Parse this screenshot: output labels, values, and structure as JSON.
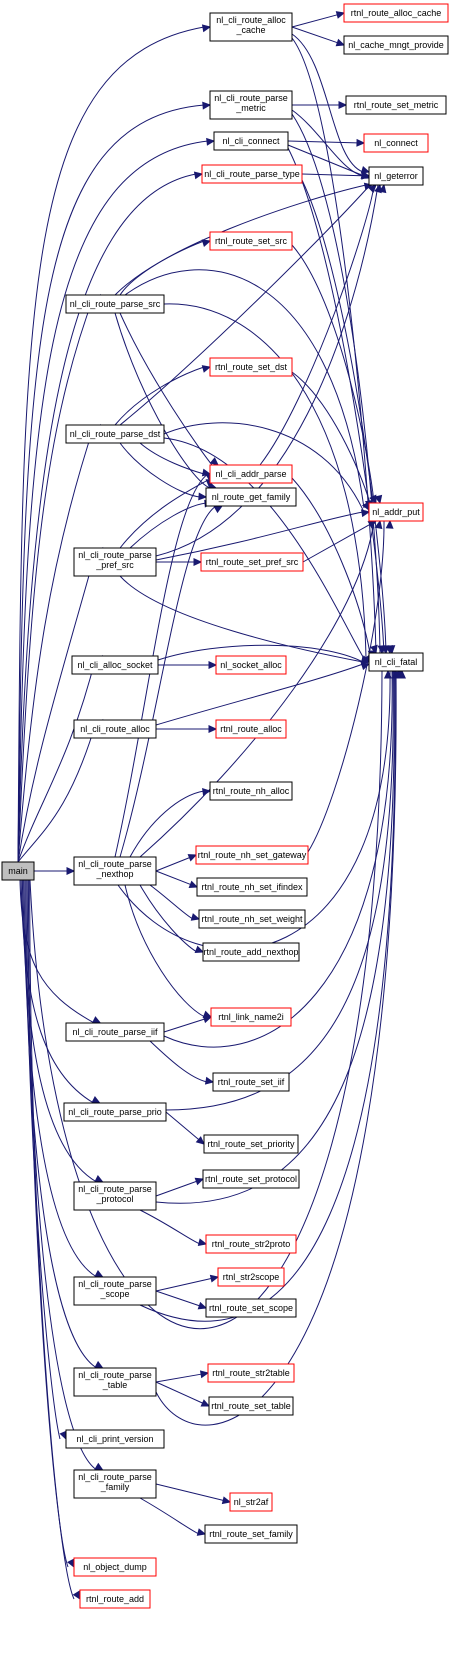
{
  "colors": {
    "edge": "#191970",
    "node_border": "#000000",
    "link_border": "#ff0000",
    "root_fill": "#bfbfbf"
  },
  "nodes": {
    "main": {
      "lines": [
        "main"
      ]
    },
    "alloc_cache": {
      "lines": [
        "nl_cli_route_alloc",
        "_cache"
      ]
    },
    "parse_metric": {
      "lines": [
        "nl_cli_route_parse",
        "_metric"
      ]
    },
    "cli_connect": {
      "lines": [
        "nl_cli_connect"
      ]
    },
    "parse_type": {
      "lines": [
        "nl_cli_route_parse_type"
      ]
    },
    "set_src": {
      "lines": [
        "rtnl_route_set_src"
      ]
    },
    "parse_src": {
      "lines": [
        "nl_cli_route_parse_src"
      ]
    },
    "set_dst": {
      "lines": [
        "rtnl_route_set_dst"
      ]
    },
    "parse_dst": {
      "lines": [
        "nl_cli_route_parse_dst"
      ]
    },
    "addr_parse": {
      "lines": [
        "nl_cli_addr_parse"
      ]
    },
    "get_family": {
      "lines": [
        "nl_route_get_family"
      ]
    },
    "parse_pref_src": {
      "lines": [
        "nl_cli_route_parse",
        "_pref_src"
      ]
    },
    "set_pref_src": {
      "lines": [
        "rtnl_route_set_pref_src"
      ]
    },
    "alloc_socket": {
      "lines": [
        "nl_cli_alloc_socket"
      ]
    },
    "socket_alloc": {
      "lines": [
        "nl_socket_alloc"
      ]
    },
    "route_alloc": {
      "lines": [
        "nl_cli_route_alloc"
      ]
    },
    "rtnl_route_alloc": {
      "lines": [
        "rtnl_route_alloc"
      ]
    },
    "nh_alloc": {
      "lines": [
        "rtnl_route_nh_alloc"
      ]
    },
    "parse_nexthop": {
      "lines": [
        "nl_cli_route_parse",
        "_nexthop"
      ]
    },
    "nh_set_gateway": {
      "lines": [
        "rtnl_route_nh_set_gateway"
      ]
    },
    "nh_set_ifindex": {
      "lines": [
        "rtnl_route_nh_set_ifindex"
      ]
    },
    "nh_set_weight": {
      "lines": [
        "rtnl_route_nh_set_weight"
      ]
    },
    "add_nexthop": {
      "lines": [
        "rtnl_route_add_nexthop"
      ]
    },
    "link_name2i": {
      "lines": [
        "rtnl_link_name2i"
      ]
    },
    "parse_iif": {
      "lines": [
        "nl_cli_route_parse_iif"
      ]
    },
    "set_iif": {
      "lines": [
        "rtnl_route_set_iif"
      ]
    },
    "parse_prio": {
      "lines": [
        "nl_cli_route_parse_prio"
      ]
    },
    "set_priority": {
      "lines": [
        "rtnl_route_set_priority"
      ]
    },
    "set_protocol": {
      "lines": [
        "rtnl_route_set_protocol"
      ]
    },
    "parse_protocol": {
      "lines": [
        "nl_cli_route_parse",
        "_protocol"
      ]
    },
    "str2proto": {
      "lines": [
        "rtnl_route_str2proto"
      ]
    },
    "str2scope": {
      "lines": [
        "rtnl_str2scope"
      ]
    },
    "parse_scope": {
      "lines": [
        "nl_cli_route_parse",
        "_scope"
      ]
    },
    "set_scope": {
      "lines": [
        "rtnl_route_set_scope"
      ]
    },
    "str2table": {
      "lines": [
        "rtnl_route_str2table"
      ]
    },
    "parse_table": {
      "lines": [
        "nl_cli_route_parse",
        "_table"
      ]
    },
    "set_table": {
      "lines": [
        "rtnl_route_set_table"
      ]
    },
    "print_version": {
      "lines": [
        "nl_cli_print_version"
      ]
    },
    "parse_family": {
      "lines": [
        "nl_cli_route_parse",
        "_family"
      ]
    },
    "str2af": {
      "lines": [
        "nl_str2af"
      ]
    },
    "set_family": {
      "lines": [
        "rtnl_route_set_family"
      ]
    },
    "object_dump": {
      "lines": [
        "nl_object_dump"
      ]
    },
    "route_add": {
      "lines": [
        "rtnl_route_add"
      ]
    },
    "rtnl_route_alloc_cache": {
      "lines": [
        "rtnl_route_alloc_cache"
      ]
    },
    "cache_mngt_provide": {
      "lines": [
        "nl_cache_mngt_provide"
      ]
    },
    "set_metric": {
      "lines": [
        "rtnl_route_set_metric"
      ]
    },
    "nl_connect": {
      "lines": [
        "nl_connect"
      ]
    },
    "geterror": {
      "lines": [
        "nl_geterror"
      ]
    },
    "addr_put": {
      "lines": [
        "nl_addr_put"
      ]
    },
    "cli_fatal": {
      "lines": [
        "nl_cli_fatal"
      ]
    }
  }
}
